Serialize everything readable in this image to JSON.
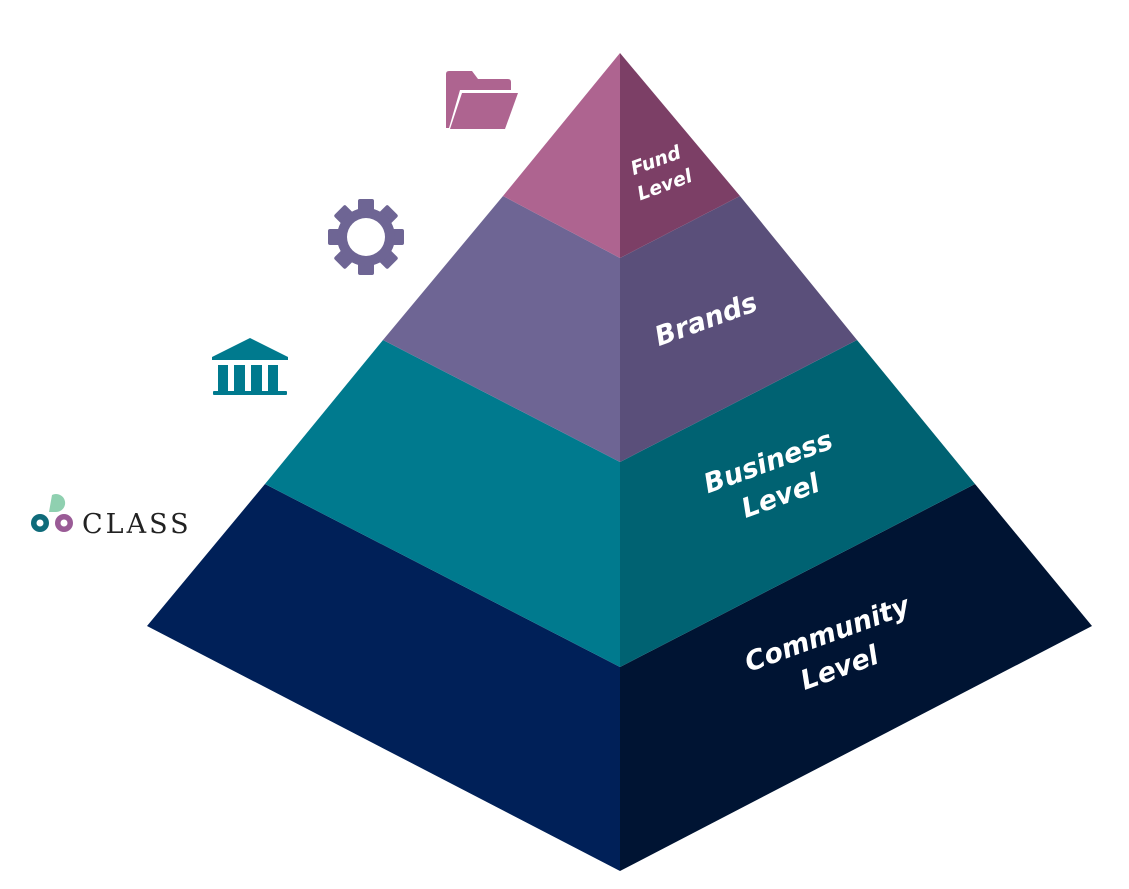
{
  "logo": {
    "text": "CLASS"
  },
  "colors": {
    "fund_left": "#ae6490",
    "fund_right": "#7c3f66",
    "brands_left": "#6e6594",
    "brands_right": "#5a4f7a",
    "business_left": "#007a8e",
    "business_right": "#006272",
    "community_left": "#002058",
    "community_right": "#001433"
  },
  "icons": [
    "folder-icon",
    "gear-icon",
    "bank-icon"
  ],
  "pyramid": {
    "levels": [
      {
        "line1": "Fund",
        "line2": "Level"
      },
      {
        "line1": "Brands"
      },
      {
        "line1": "Business",
        "line2": "Level"
      },
      {
        "line1": "Community",
        "line2": "Level"
      }
    ]
  }
}
